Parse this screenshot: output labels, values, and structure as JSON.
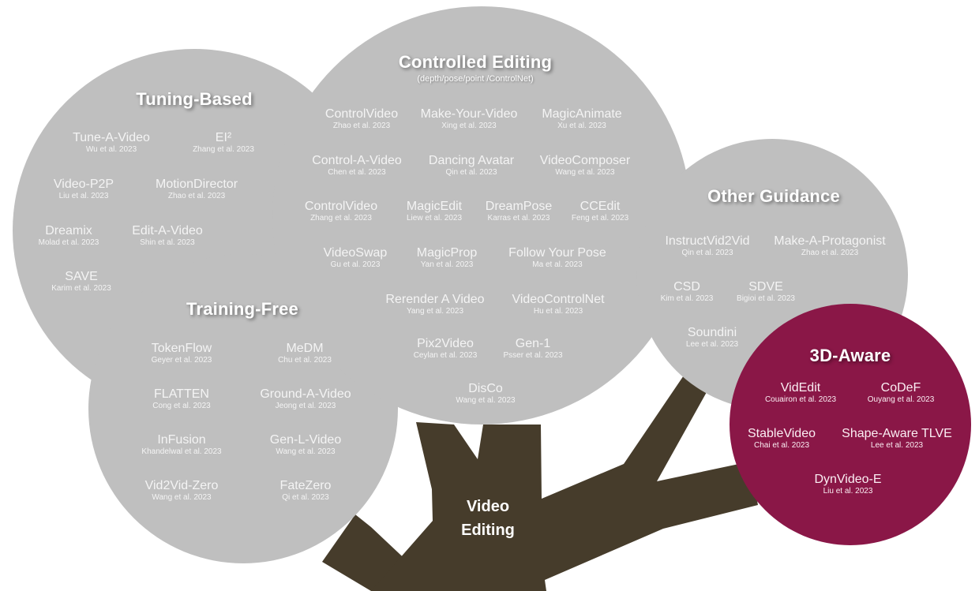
{
  "root": {
    "line1": "Video",
    "line2": "Editing"
  },
  "colors": {
    "gray_circle": "#bfbfbf",
    "trunk": "#463c2b",
    "aware_circle": "#8a1747",
    "text": "#ffffff"
  },
  "categories": {
    "tuning_based": {
      "title": "Tuning-Based",
      "methods": [
        {
          "name": "Tune-A-Video",
          "cite": "Wu et al. 2023"
        },
        {
          "name": "EI²",
          "cite": "Zhang et al. 2023"
        },
        {
          "name": "Video-P2P",
          "cite": "Liu et al. 2023"
        },
        {
          "name": "MotionDirector",
          "cite": "Zhao et al. 2023"
        },
        {
          "name": "Dreamix",
          "cite": "Molad et al. 2023"
        },
        {
          "name": "Edit-A-Video",
          "cite": "Shin et al. 2023"
        },
        {
          "name": "SAVE",
          "cite": "Karim et al. 2023"
        }
      ]
    },
    "controlled_editing": {
      "title": "Controlled Editing",
      "subtitle": "(depth/pose/point /ControlNet)",
      "methods": [
        {
          "name": "ControlVideo",
          "cite": "Zhao et al. 2023"
        },
        {
          "name": "Make-Your-Video",
          "cite": "Xing et al. 2023"
        },
        {
          "name": "MagicAnimate",
          "cite": "Xu et al. 2023"
        },
        {
          "name": "Control-A-Video",
          "cite": "Chen et al. 2023"
        },
        {
          "name": "Dancing Avatar",
          "cite": "Qin et al. 2023"
        },
        {
          "name": "VideoComposer",
          "cite": "Wang et al. 2023"
        },
        {
          "name": "ControlVideo",
          "cite": "Zhang et al. 2023"
        },
        {
          "name": "MagicEdit",
          "cite": "Liew et al. 2023"
        },
        {
          "name": "DreamPose",
          "cite": "Karras et al. 2023"
        },
        {
          "name": "CCEdit",
          "cite": "Feng et al. 2023"
        },
        {
          "name": "VideoSwap",
          "cite": "Gu et al. 2023"
        },
        {
          "name": "MagicProp",
          "cite": "Yan et al. 2023"
        },
        {
          "name": "Follow Your Pose",
          "cite": "Ma et al. 2023"
        },
        {
          "name": "Rerender A Video",
          "cite": "Yang et al. 2023"
        },
        {
          "name": "VideoControlNet",
          "cite": "Hu et al. 2023"
        },
        {
          "name": "Pix2Video",
          "cite": "Ceylan et al. 2023"
        },
        {
          "name": "Gen-1",
          "cite": "Psser et al. 2023"
        },
        {
          "name": "DisCo",
          "cite": "Wang et al. 2023"
        }
      ]
    },
    "training_free": {
      "title": "Training-Free",
      "methods": [
        {
          "name": "TokenFlow",
          "cite": "Geyer et al. 2023"
        },
        {
          "name": "MeDM",
          "cite": "Chu et al. 2023"
        },
        {
          "name": "FLATTEN",
          "cite": "Cong et al. 2023"
        },
        {
          "name": "Ground-A-Video",
          "cite": "Jeong et al. 2023"
        },
        {
          "name": "InFusion",
          "cite": "Khandelwal et al. 2023"
        },
        {
          "name": "Gen-L-Video",
          "cite": "Wang et al. 2023"
        },
        {
          "name": "Vid2Vid-Zero",
          "cite": "Wang et al. 2023"
        },
        {
          "name": "FateZero",
          "cite": "Qi et al. 2023"
        }
      ]
    },
    "other_guidance": {
      "title": "Other Guidance",
      "methods": [
        {
          "name": "InstructVid2Vid",
          "cite": "Qin et al. 2023"
        },
        {
          "name": "Make-A-Protagonist",
          "cite": "Zhao et al. 2023"
        },
        {
          "name": "CSD",
          "cite": "Kim et al. 2023"
        },
        {
          "name": "SDVE",
          "cite": "Bigioi et al. 2023"
        },
        {
          "name": "Soundini",
          "cite": "Lee et al. 2023"
        }
      ]
    },
    "three_d_aware": {
      "title": "3D-Aware",
      "methods": [
        {
          "name": "VidEdit",
          "cite": "Couairon et al. 2023"
        },
        {
          "name": "CoDeF",
          "cite": "Ouyang et al. 2023"
        },
        {
          "name": "StableVideo",
          "cite": "Chai et al. 2023"
        },
        {
          "name": "Shape-Aware TLVE",
          "cite": "Lee et al. 2023"
        },
        {
          "name": "DynVideo-E",
          "cite": "Liu et al. 2023"
        }
      ]
    }
  }
}
